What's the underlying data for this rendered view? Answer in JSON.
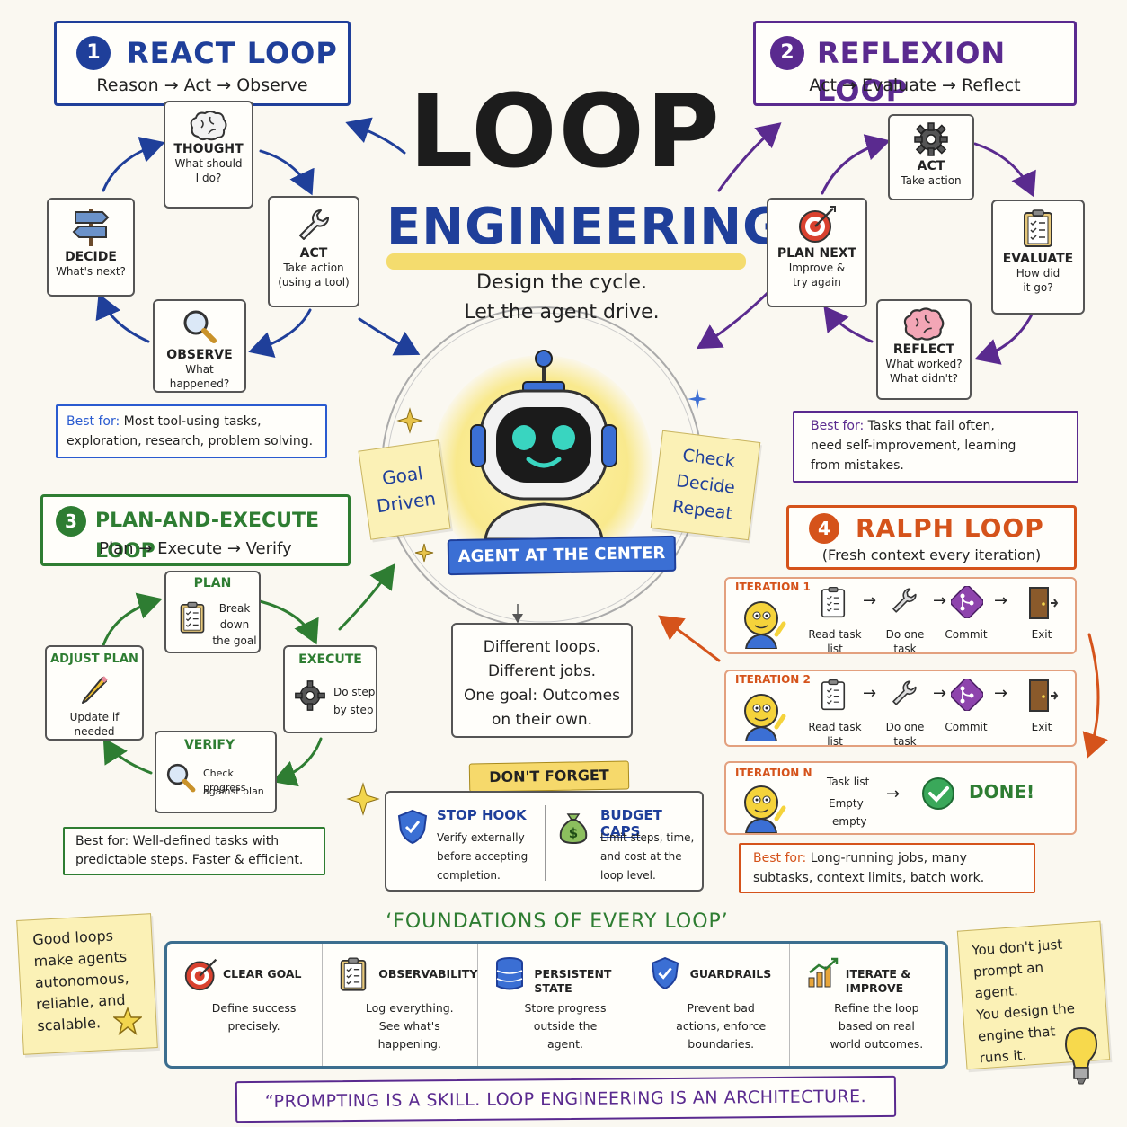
{
  "title": {
    "line1": "LOOP",
    "line2": "ENGINEERING"
  },
  "tagline": {
    "line1": "Design the cycle.",
    "line2": "Let the agent drive."
  },
  "center": {
    "banner": "AGENT AT THE CENTER",
    "note_left": [
      "Goal",
      "Driven"
    ],
    "note_right": [
      "Check",
      "Decide",
      "Repeat"
    ],
    "message": [
      "Different loops.",
      "Different jobs.",
      "One goal: Outcomes",
      "on their own."
    ]
  },
  "react": {
    "number": "1",
    "title": "REACT LOOP",
    "subtitle": "Reason → Act → Observe",
    "steps": {
      "thought": {
        "title": "THOUGHT",
        "sub": [
          "What should",
          "I do?"
        ]
      },
      "act": {
        "title": "ACT",
        "sub": [
          "Take action",
          "(using a tool)"
        ]
      },
      "observe": {
        "title": "OBSERVE",
        "sub": [
          "What happened?"
        ]
      },
      "decide": {
        "title": "DECIDE",
        "sub": [
          "What's next?"
        ]
      }
    },
    "best_label": "Best for:",
    "best_text": [
      "Most tool-using tasks,",
      "exploration, research, problem solving."
    ],
    "colors": {
      "main": "#1f3f9a",
      "sub": "#2a5bd0"
    }
  },
  "reflexion": {
    "number": "2",
    "title": "REFLEXION LOOP",
    "subtitle": "Act → Evaluate → Reflect",
    "steps": {
      "act": {
        "title": "ACT",
        "sub": [
          "Take action"
        ]
      },
      "evaluate": {
        "title": "EVALUATE",
        "sub": [
          "How did",
          "it go?"
        ]
      },
      "reflect": {
        "title": "REFLECT",
        "sub": [
          "What worked?",
          "What didn't?"
        ]
      },
      "plan_next": {
        "title": "PLAN NEXT",
        "sub": [
          "Improve &",
          "try again"
        ]
      }
    },
    "best_label": "Best for:",
    "best_text": [
      "Tasks that fail often,",
      "need self-improvement, learning",
      "from mistakes."
    ],
    "colors": {
      "main": "#5a2a8f"
    }
  },
  "plan_execute": {
    "number": "3",
    "title": "PLAN-AND-EXECUTE LOOP",
    "subtitle": "Plan → Execute → Verify",
    "steps": {
      "plan": {
        "title": "PLAN",
        "sub": [
          "Break",
          "down",
          "the goal"
        ]
      },
      "execute": {
        "title": "EXECUTE",
        "sub": [
          "Do step",
          "by step"
        ]
      },
      "verify": {
        "title": "VERIFY",
        "sub": [
          "Check progress",
          "against plan"
        ]
      },
      "adjust": {
        "title": "ADJUST PLAN",
        "sub": [
          "Update if",
          "needed"
        ]
      }
    },
    "best_label": "Best for:",
    "best_text": [
      "Well-defined tasks with",
      "predictable steps. Faster & efficient."
    ],
    "colors": {
      "main": "#2e7d32"
    }
  },
  "ralph": {
    "number": "4",
    "title": "RALPH LOOP",
    "subtitle": "(Fresh context every iteration)",
    "iterations": [
      {
        "label": "ITERATION 1",
        "steps": [
          "Read task\nlist",
          "Do one\ntask",
          "Commit",
          "Exit"
        ]
      },
      {
        "label": "ITERATION 2",
        "steps": [
          "Read task\nlist",
          "Do one\ntask",
          "Commit",
          "Exit"
        ]
      }
    ],
    "final": {
      "label": "ITERATION N",
      "task_text": [
        "Task list",
        "Empty",
        "empty"
      ],
      "done": "DONE!"
    },
    "best_label": "Best for:",
    "best_text": [
      "Long-running jobs, many",
      "subtasks, context limits, batch work."
    ],
    "colors": {
      "main": "#d5531b"
    }
  },
  "dont_forget": {
    "title": "DON'T FORGET",
    "stop_hook": {
      "title": "STOP HOOK",
      "text": [
        "Verify externally",
        "before accepting",
        "completion."
      ]
    },
    "budget_caps": {
      "title": "BUDGET CAPS",
      "text": [
        "Limit steps, time,",
        "and cost at the",
        "loop level."
      ]
    }
  },
  "foundations": {
    "title": "‘FOUNDATIONS OF EVERY LOOP’",
    "items": [
      {
        "icon": "target-icon",
        "title": "CLEAR GOAL",
        "text": [
          "Define success",
          "precisely."
        ]
      },
      {
        "icon": "clipboard-icon",
        "title": "OBSERVABILITY",
        "text": [
          "Log everything.",
          "See what's",
          "happening."
        ]
      },
      {
        "icon": "database-icon",
        "title": "PERSISTENT STATE",
        "text": [
          "Store progress",
          "outside the",
          "agent."
        ]
      },
      {
        "icon": "shield-icon",
        "title": "GUARDRAILS",
        "text": [
          "Prevent bad",
          "actions, enforce",
          "boundaries."
        ]
      },
      {
        "icon": "chart-icon",
        "title": "ITERATE & IMPROVE",
        "text": [
          "Refine the loop",
          "based on real",
          "world outcomes."
        ]
      }
    ]
  },
  "side_notes": {
    "left": [
      "Good loops",
      "make agents",
      "autonomous,",
      "reliable, and",
      "scalable."
    ],
    "right": [
      "You don't just",
      "prompt an agent.",
      "You design the",
      "engine that",
      "runs it."
    ]
  },
  "footer": "“PROMPTING IS A SKILL. LOOP ENGINEERING IS AN ARCHITECTURE."
}
